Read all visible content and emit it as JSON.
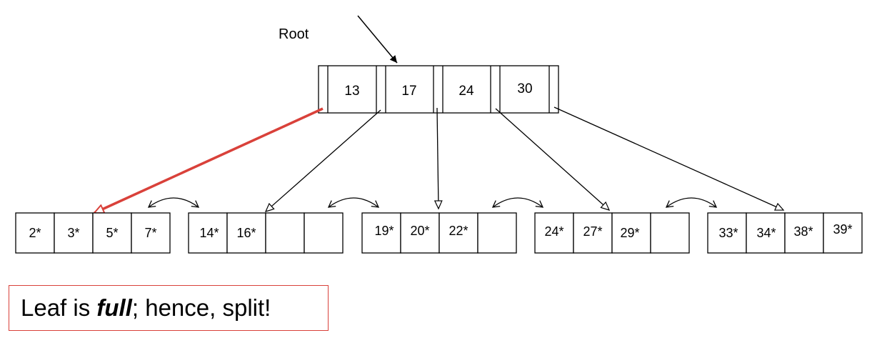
{
  "root_label": "Root",
  "root_keys": [
    "13",
    "17",
    "24",
    "30"
  ],
  "leaves": [
    [
      "2*",
      "3*",
      "5*",
      "7*"
    ],
    [
      "14*",
      "16*",
      "",
      ""
    ],
    [
      "19*",
      "20*",
      "22*",
      ""
    ],
    [
      "24*",
      "27*",
      "29*",
      ""
    ],
    [
      "33*",
      "34*",
      "38*",
      "39*"
    ]
  ],
  "callout": {
    "prefix": "Leaf is ",
    "emphasis": "full",
    "suffix": "; hence, split!"
  },
  "colors": {
    "highlight": "#d9413a",
    "stroke": "#000000"
  }
}
